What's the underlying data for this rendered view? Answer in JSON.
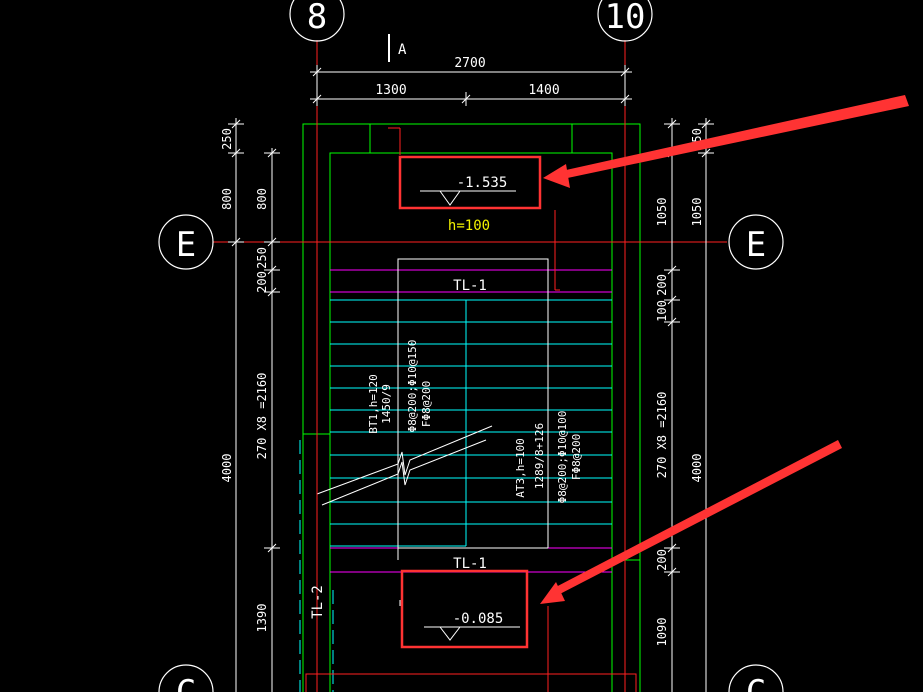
{
  "grid_axes": {
    "col_8": "8",
    "col_10": "10",
    "row_e_left": "E",
    "row_e_right": "E",
    "row_c_left": "C",
    "row_c_right": "C"
  },
  "section_mark": "A",
  "dims_top": {
    "total": "2700",
    "left": "1300",
    "right": "1400"
  },
  "dims_left_outer": {
    "top": "250",
    "mid": "800",
    "main": "4000",
    "bottom": "1390"
  },
  "dims_left_inner": {
    "top": "800",
    "a": "200",
    "b": "250",
    "flight": "270 X8 =2160"
  },
  "dims_right_inner": {
    "top": "250",
    "mid": "1050",
    "a": "200",
    "b": "100",
    "flight": "270 X8 =2160",
    "c": "200",
    "d": "1090"
  },
  "dims_right_outer": {
    "main": "4000"
  },
  "landing_top": {
    "elevation": "-1.535",
    "thickness": "h=100"
  },
  "landing_bottom": {
    "elevation": "-0.085"
  },
  "beams": {
    "top": "TL-1",
    "bottom": "TL-1",
    "side": "TL-2"
  },
  "flight_bt1": {
    "line1": "BT1,h=120",
    "line2": "1450/9",
    "line3": "Φ8@200;Φ10@150",
    "line4": "FΦ8@200"
  },
  "flight_at3": {
    "line1": "AT3,h=100",
    "line2": "1289/8+126",
    "line3": "Φ8@200;Φ10@100",
    "line4": "FΦ8@200"
  },
  "colors": {
    "background": "#000000",
    "dimension": "#ffffff",
    "axis": "#ff0000",
    "wall": "#00ff00",
    "tread": "#00ffff",
    "beam": "#ff00ff",
    "highlight": "#ff3333",
    "annotation": "#f2f200"
  }
}
